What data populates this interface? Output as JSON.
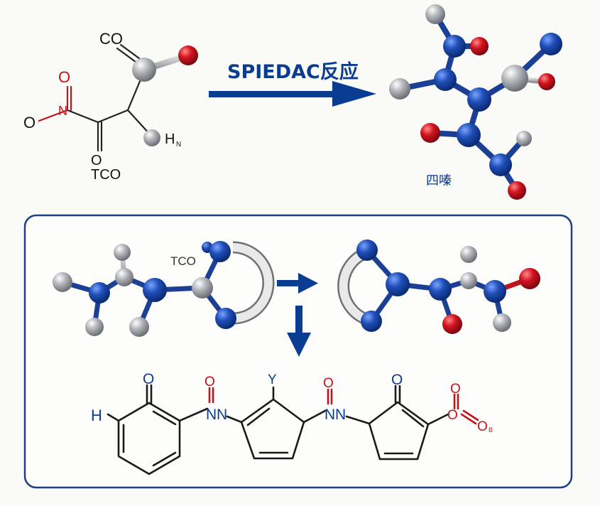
{
  "arrow_label": "SPIEDAC反应",
  "product_label": "四嗪",
  "reactant": {
    "co_label": "CO",
    "o_left": "O",
    "o_bottom": "O",
    "tco": "TCO",
    "h": "H",
    "h_sub": "N"
  },
  "panel": {
    "tco_label": "TCO",
    "chain": {
      "h": "H",
      "o1": "O",
      "n1": "N",
      "y": "Y",
      "o2": "O",
      "n2": "N",
      "o3": "O",
      "o4": "O",
      "o5": "O",
      "o5_sub": "B"
    }
  },
  "colors": {
    "accent_blue": "#0a3d91",
    "atom_blue": "#1e4fb4",
    "atom_red": "#cc1320",
    "atom_gray": "#a6a9ae",
    "panel_border": "#1e3f85"
  }
}
